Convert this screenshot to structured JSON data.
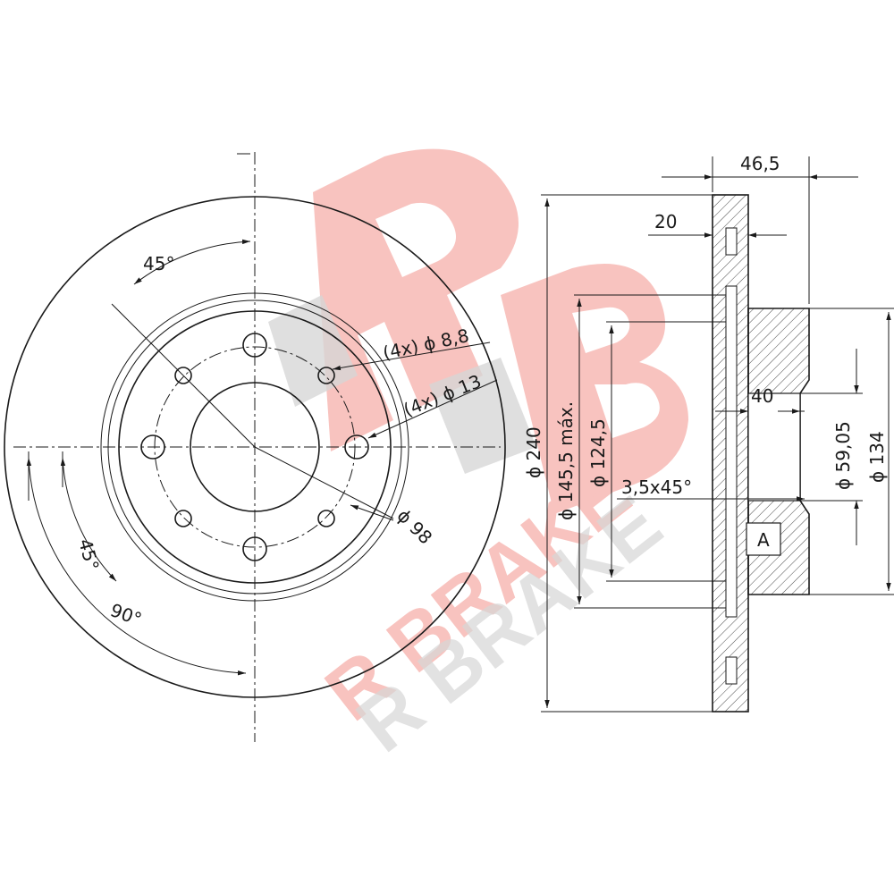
{
  "watermark": {
    "brand": "R BRAKE",
    "logo_letters": "R B",
    "colors": {
      "pink": "#f7b9b4",
      "grey": "#c8c8c8"
    }
  },
  "front_view": {
    "angle_top": "45°",
    "angle_left": "45°",
    "angle_bottom": "90°",
    "hole_small": "(4x) ϕ 8,8",
    "hole_large": "(4x) ϕ 13",
    "pcd": "ϕ 98"
  },
  "side_view": {
    "overall_thickness": "46,5",
    "disc_thickness": "20",
    "hat_height": "40",
    "chamfer": "3,5x45°",
    "datum": "A",
    "outer_diameter": "ϕ 240",
    "hat_max": "ϕ 145,5 máx.",
    "hat_inner": "ϕ 124,5",
    "center_bore": "ϕ 59,05",
    "hat_outer": "ϕ 134"
  }
}
